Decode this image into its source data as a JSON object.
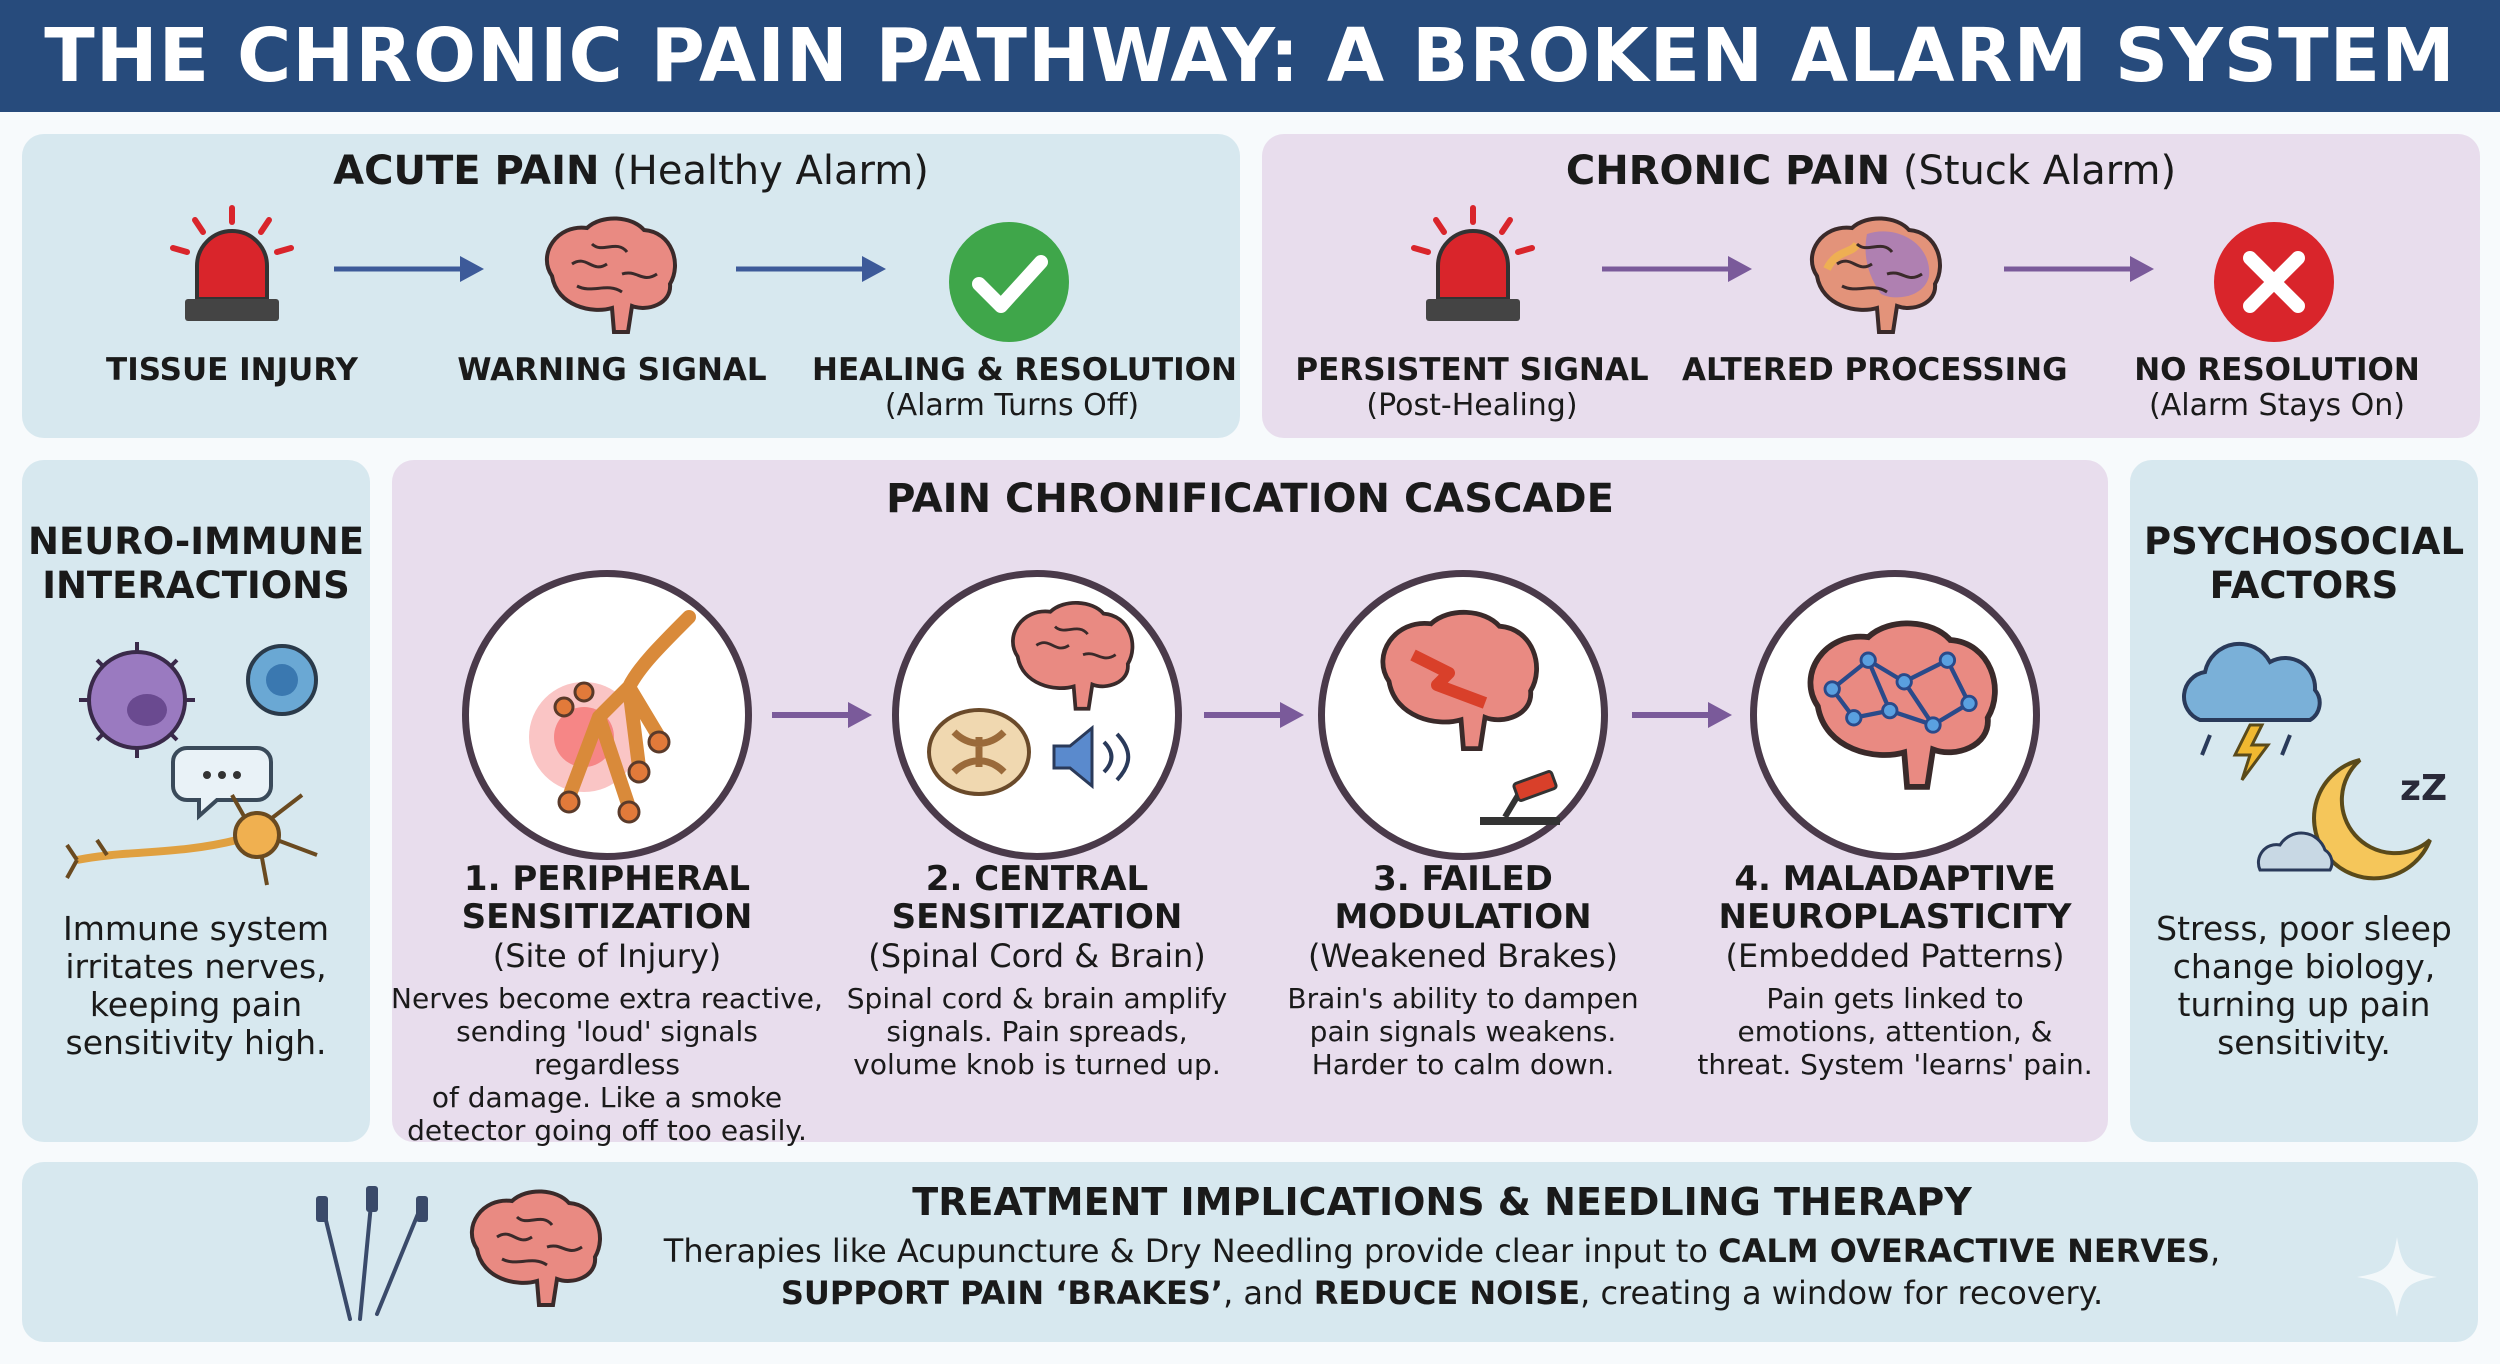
{
  "header": {
    "title": "THE CHRONIC PAIN PATHWAY: A BROKEN ALARM SYSTEM"
  },
  "acute": {
    "title_bold": "ACUTE PAIN",
    "title_rest": " (Healthy Alarm)",
    "steps": [
      {
        "label": "TISSUE INJURY",
        "sub": ""
      },
      {
        "label": "WARNING SIGNAL",
        "sub": ""
      },
      {
        "label": "HEALING & RESOLUTION",
        "sub": "(Alarm Turns Off)"
      }
    ]
  },
  "chronic": {
    "title_bold": "CHRONIC PAIN",
    "title_rest": " (Stuck Alarm)",
    "steps": [
      {
        "label": "PERSISTENT SIGNAL",
        "sub": "(Post-Healing)"
      },
      {
        "label": "ALTERED PROCESSING",
        "sub": ""
      },
      {
        "label": "NO RESOLUTION",
        "sub": "(Alarm Stays On)"
      }
    ]
  },
  "neuro": {
    "title_lines": [
      "NEURO-IMMUNE",
      "INTERACTIONS"
    ],
    "text_lines": [
      "Immune system",
      "irritates nerves,",
      "keeping pain",
      "sensitivity high."
    ]
  },
  "cascade": {
    "title": "PAIN CHRONIFICATION CASCADE",
    "stages": [
      {
        "head": [
          "1. PERIPHERAL",
          "SENSITIZATION"
        ],
        "sub": "(Site of Injury)",
        "desc": [
          "Nerves become extra reactive,",
          "sending 'loud' signals regardless",
          "of damage. Like a smoke",
          "detector going off too easily."
        ]
      },
      {
        "head": [
          "2. CENTRAL",
          "SENSITIZATION"
        ],
        "sub": "(Spinal Cord & Brain)",
        "desc": [
          "Spinal cord & brain amplify",
          "signals. Pain spreads,",
          "volume knob is turned up."
        ]
      },
      {
        "head": [
          "3. FAILED",
          "MODULATION"
        ],
        "sub": "(Weakened Brakes)",
        "desc": [
          "Brain's ability to dampen",
          "pain signals weakens.",
          "Harder to calm down."
        ]
      },
      {
        "head": [
          "4. MALADAPTIVE",
          "NEUROPLASTICITY"
        ],
        "sub": "(Embedded Patterns)",
        "desc": [
          "Pain gets linked to",
          "emotions, attention, &",
          "threat. System 'learns' pain."
        ]
      }
    ]
  },
  "psycho": {
    "title_lines": [
      "PSYCHOSOCIAL",
      "FACTORS"
    ],
    "text_lines": [
      "Stress, poor sleep",
      "change biology,",
      "turning up pain",
      "sensitivity."
    ],
    "sleep_text": "zZ"
  },
  "treatment": {
    "title": "TREATMENT IMPLICATIONS & NEEDLING THERAPY",
    "line1_a": "Therapies like Acupuncture & Dry Needling provide clear input to ",
    "line1_b": "CALM OVERACTIVE NERVES",
    "line1_c": ",",
    "line2_a": "SUPPORT PAIN ‘BRAKES’",
    "line2_b": ", and ",
    "line2_c": "REDUCE NOISE",
    "line2_d": ", creating a window for recovery."
  },
  "colors": {
    "banner": "#274b7c",
    "blue_panel": "#d7e8ef",
    "purple_panel": "#e8dded",
    "arrow_blue": "#3d5a99",
    "arrow_purple": "#7a5a9a",
    "alarm_red": "#d9252b",
    "check_green": "#3fa64a"
  }
}
